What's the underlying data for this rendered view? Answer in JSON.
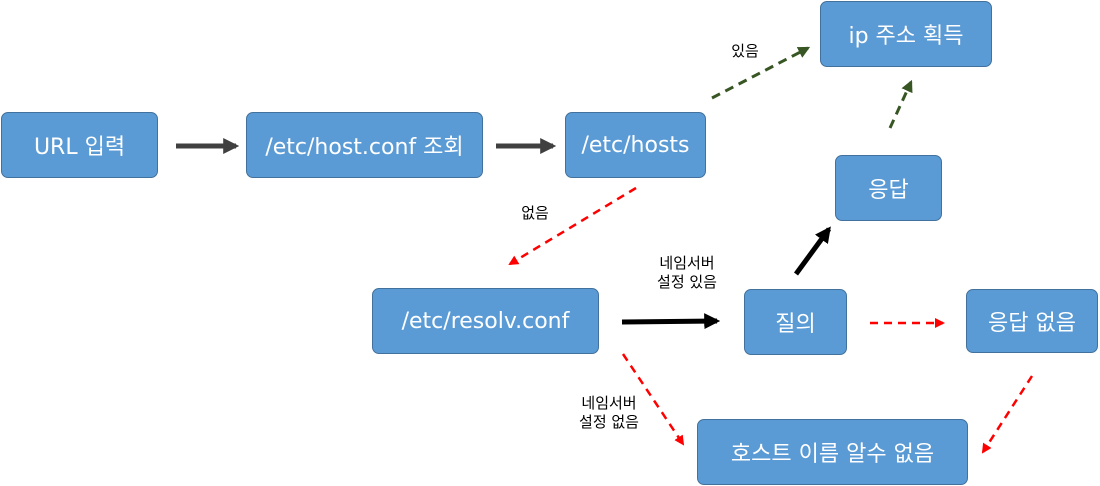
{
  "nodes": {
    "url_input": "URL 입력",
    "host_conf": "/etc/host.conf 조회",
    "hosts": "/etc/hosts",
    "ip_acquired": "ip 주소 획득",
    "response": "응답",
    "resolv_conf": "/etc/resolv.conf",
    "query": "질의",
    "no_response": "응답 없음",
    "host_unknown": "호스트 이름 알수 없음"
  },
  "labels": {
    "exists": "있음",
    "not_exists": "없음",
    "nameserver_set_line1": "네임서버",
    "nameserver_set_line2": "설정 있음",
    "nameserver_unset_line1": "네임서버",
    "nameserver_unset_line2": "설정 없음"
  },
  "colors": {
    "node_fill": "#5b9bd5",
    "node_border": "#41719c",
    "arrow_solid": "#000000",
    "arrow_gray": "#404040",
    "arrow_green_dashed": "#375623",
    "arrow_red_dashed": "#ff0000"
  }
}
